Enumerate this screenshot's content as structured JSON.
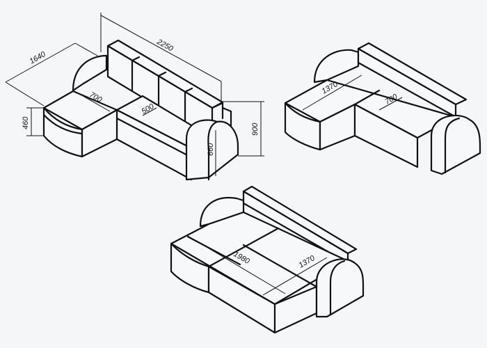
{
  "drawings": [
    {
      "name": "corner-sofa-assembled",
      "dimensions": {
        "total_length": "2250",
        "chaise_depth": "1640",
        "chaise_width": "700",
        "seat_depth": "500",
        "seat_height": "460",
        "arm_height": "660",
        "back_height": "900"
      }
    },
    {
      "name": "corner-sofa-top-view",
      "dimensions": {
        "seat_length": "1370",
        "seat_depth": "700"
      }
    },
    {
      "name": "sofa-bed-unfolded",
      "dimensions": {
        "bed_length": "1980",
        "bed_width": "1370"
      }
    }
  ],
  "colors": {
    "line": "#111111",
    "paper": "#f4f6f8"
  }
}
